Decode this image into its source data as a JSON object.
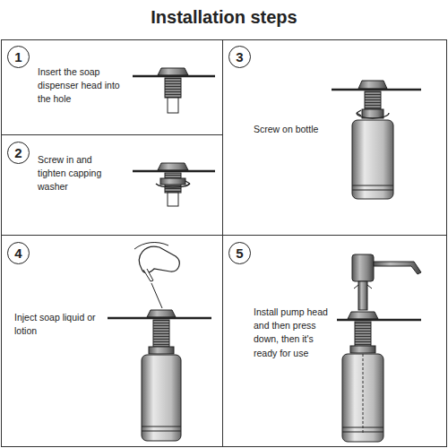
{
  "diagram": {
    "title": "Installation steps",
    "nodes": [
      {
        "text": [
          "Insert the soap dispenser head into the hole"
        ]
      },
      {
        "text": [
          "1"
        ],
        "in": 0
      },
      {
        "text": [
          "Screw in and tighten capping washer"
        ]
      },
      {
        "text": [
          "2"
        ],
        "in": 2
      },
      {
        "text": [
          "Screw on bottle"
        ]
      },
      {
        "text": [
          "3"
        ],
        "in": 4
      },
      {
        "text": [
          "Inject soap liquid or lotion"
        ]
      },
      {
        "text": [
          "4"
        ],
        "in": 6
      },
      {
        "text": [
          "Install pump head and then press down, then it's ready for use"
        ]
      },
      {
        "text": [
          "5"
        ],
        "in": 8
      }
    ]
  }
}
